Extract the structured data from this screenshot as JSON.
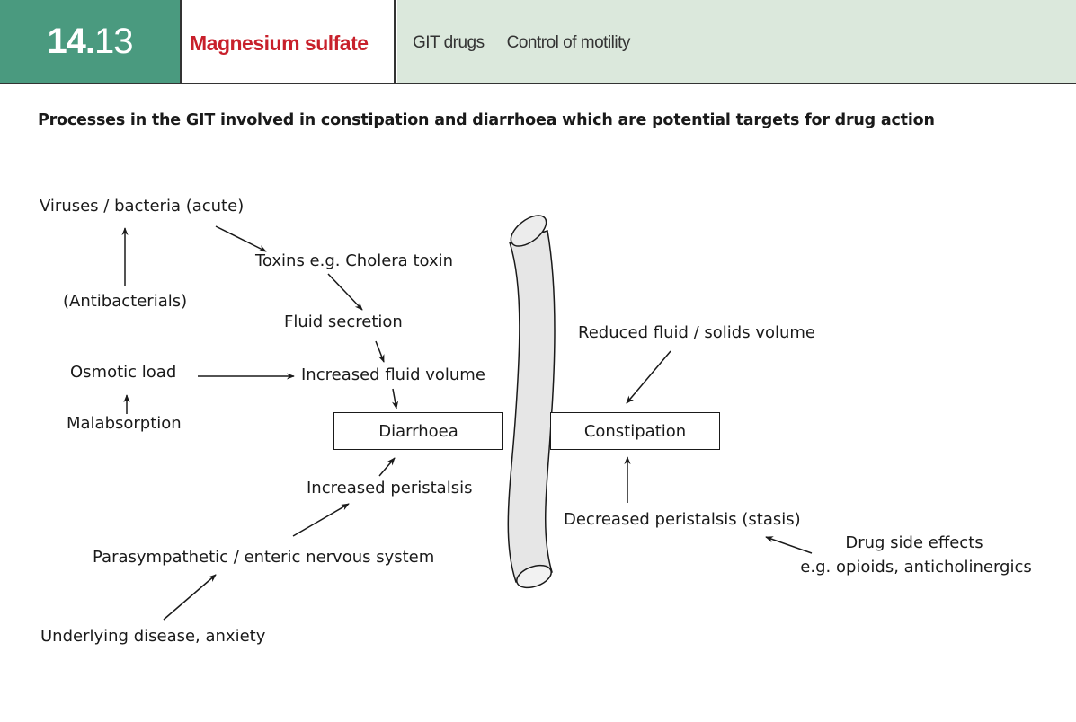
{
  "header": {
    "section_major": "14.",
    "section_minor": "13",
    "title": "Magnesium sulfate",
    "breadcrumb": [
      "GIT drugs",
      "Control of motility"
    ]
  },
  "colors": {
    "header_green": "#4a9a7f",
    "header_light": "#dbe8dc",
    "title_red": "#c8202b",
    "intestine_fill": "#e6e6e6"
  },
  "heading": "Processes in the GIT involved in constipation and diarrhoea which are potential targets for drug action",
  "diagram": {
    "left": {
      "viruses": "Viruses / bacteria (acute)",
      "antibacterials": "(Antibacterials)",
      "toxins": "Toxins e.g. Cholera toxin",
      "fluid_secretion": "Fluid secretion",
      "osmotic_load": "Osmotic load",
      "malabsorption": "Malabsorption",
      "increased_fluid": "Increased fluid volume",
      "diarrhoea": "Diarrhoea",
      "increased_peristalsis": "Increased peristalsis",
      "parasympathetic": "Parasympathetic / enteric nervous system",
      "underlying": "Underlying disease, anxiety"
    },
    "right": {
      "reduced_fluid": "Reduced fluid / solids volume",
      "constipation": "Constipation",
      "decreased_peristalsis": "Decreased peristalsis (stasis)",
      "drug_side_effects_1": "Drug side effects",
      "drug_side_effects_2": "e.g. opioids, anticholinergics"
    },
    "intestine_icon": "intestine-tube"
  }
}
